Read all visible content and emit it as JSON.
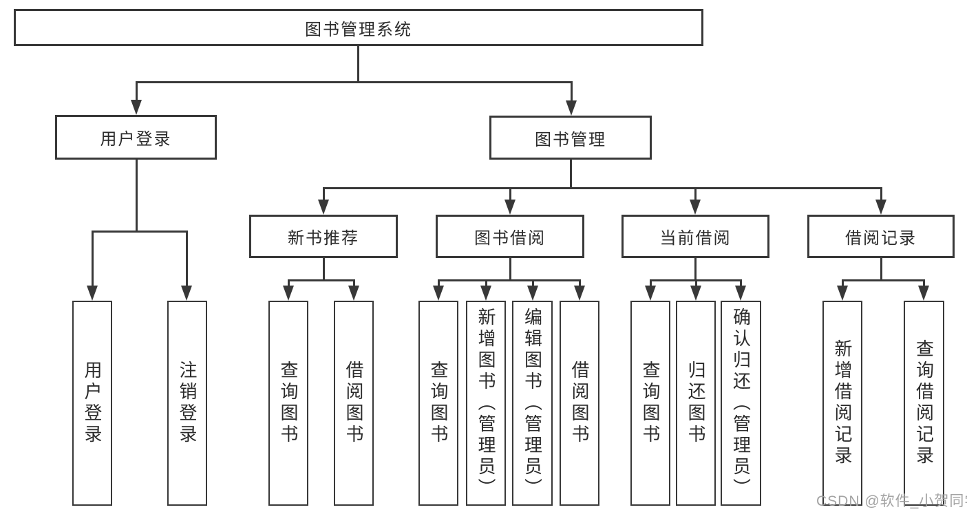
{
  "diagram_type": "functional-structure-tree",
  "colors": {
    "line": "#383838",
    "text": "#2b2b2b",
    "background": "#ffffff",
    "watermark": "#9e9e9e"
  },
  "tree": {
    "label": "图书管理系统",
    "children": [
      {
        "label": "用户登录",
        "children": [
          {
            "label": "用户登录"
          },
          {
            "label": "注销登录"
          }
        ]
      },
      {
        "label": "图书管理",
        "children": [
          {
            "label": "新书推荐",
            "children": [
              {
                "label": "查询图书"
              },
              {
                "label": "借阅图书"
              }
            ]
          },
          {
            "label": "图书借阅",
            "children": [
              {
                "label": "查询图书"
              },
              {
                "label": "新增图书（管理员）"
              },
              {
                "label": "编辑图书（管理员）"
              },
              {
                "label": "借阅图书"
              }
            ]
          },
          {
            "label": "当前借阅",
            "children": [
              {
                "label": "查询图书"
              },
              {
                "label": "归还图书"
              },
              {
                "label": "确认归还（管理员）"
              }
            ]
          },
          {
            "label": "借阅记录",
            "children": [
              {
                "label": "新增借阅记录"
              },
              {
                "label": "查询借阅记录"
              }
            ]
          }
        ]
      }
    ]
  },
  "watermark": "CSDN @软件_小贺同学"
}
